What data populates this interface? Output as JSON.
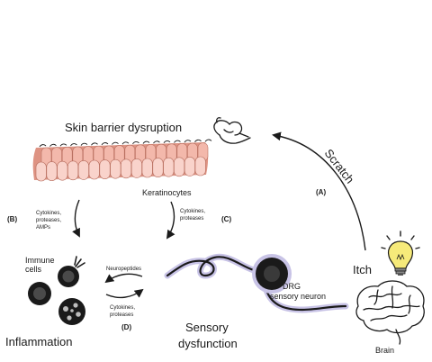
{
  "labels": {
    "skin_barrier": "Skin barrier dysruption",
    "keratinocytes": "Keratinocytes",
    "scratch": "Scratch",
    "itch": "Itch",
    "brain": "Brain",
    "inflammation": "Inflammation",
    "immune_cells_1": "Immune",
    "immune_cells_2": "cells",
    "sensory_dysfunction_1": "Sensory",
    "sensory_dysfunction_2": "dysfunction",
    "drg_1": "DRG",
    "drg_2": "sensory neuron",
    "neuropeptides": "Neuropeptides"
  },
  "pathways": {
    "A": {
      "tag": "(A)"
    },
    "B": {
      "tag": "(B)",
      "text": [
        "Cytokines,",
        "proteases,",
        "AMPs"
      ]
    },
    "C": {
      "tag": "(C)",
      "text": [
        "Cytokines,",
        "proteases"
      ]
    },
    "D": {
      "tag": "(D)",
      "text": [
        "Cytokines,",
        "proteases"
      ]
    }
  },
  "colors": {
    "skin_light": "#f9d3cb",
    "skin_mid": "#f3b8ab",
    "skin_dark": "#de9383",
    "bulb": "#f6ea7a",
    "neuron_halo": "#c8c3e6",
    "ink": "#1a1a1a"
  }
}
